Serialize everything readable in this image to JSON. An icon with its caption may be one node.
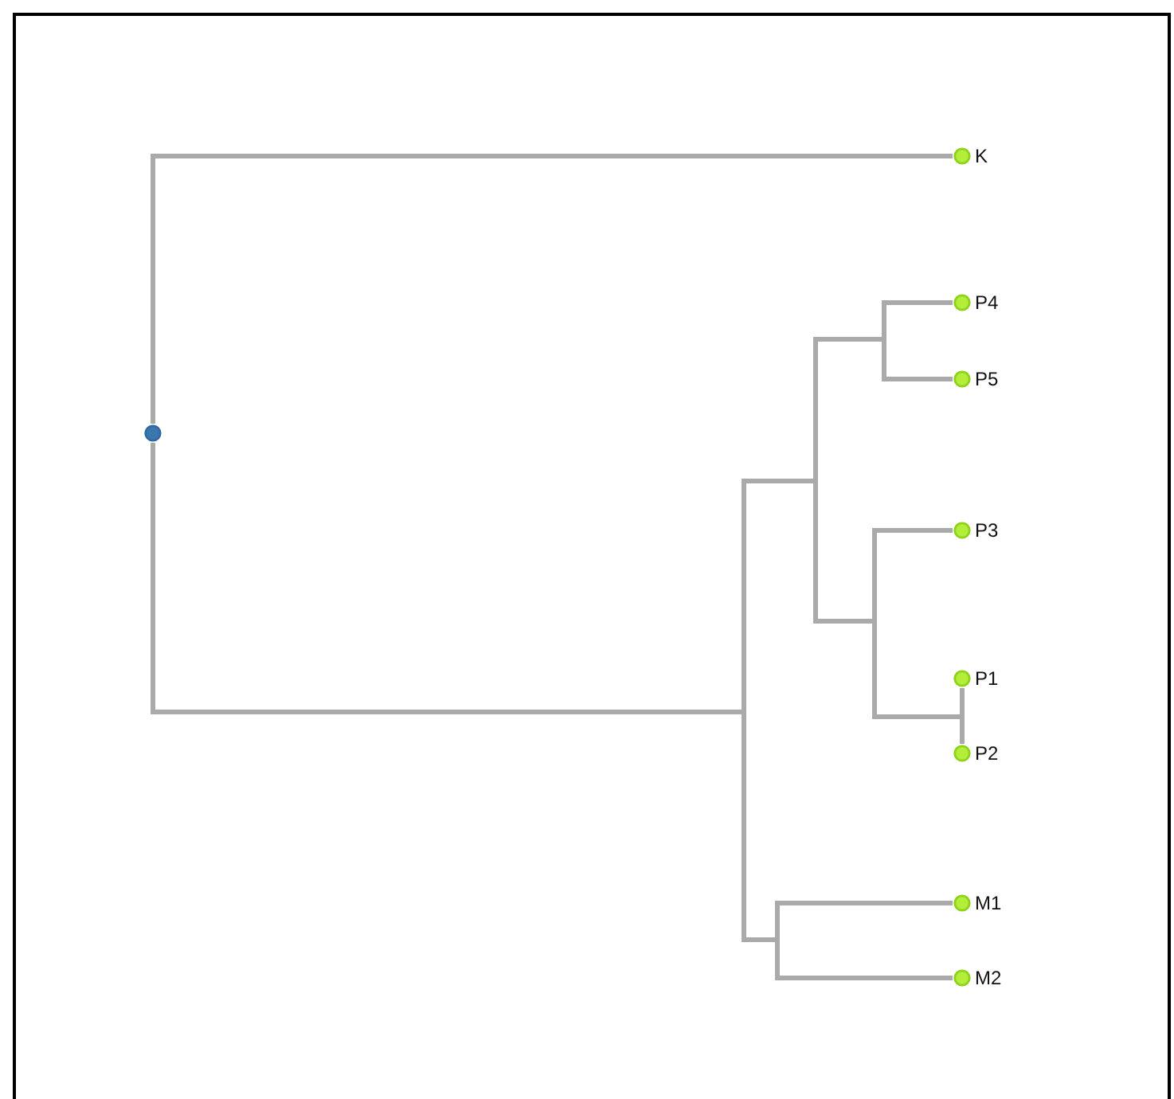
{
  "diagram": {
    "nodes": [
      {
        "text": [],
        "shape": "circle"
      },
      {
        "text": [
          "K"
        ]
      },
      {
        "text": [
          "P4"
        ]
      },
      {
        "text": [
          "P5"
        ]
      },
      {
        "text": [
          "P3"
        ]
      },
      {
        "text": [
          "P1"
        ]
      },
      {
        "text": [
          "P2"
        ]
      },
      {
        "text": [
          "M1"
        ]
      },
      {
        "text": [
          "M2"
        ]
      }
    ],
    "edges": [
      {
        "from": 0,
        "to": 1,
        "arrow": "none"
      },
      {
        "from": 0,
        "to": 2,
        "arrow": "none"
      },
      {
        "from": 0,
        "to": 3,
        "arrow": "none"
      },
      {
        "from": 0,
        "to": 4,
        "arrow": "none"
      },
      {
        "from": 0,
        "to": 5,
        "arrow": "none"
      },
      {
        "from": 0,
        "to": 6,
        "arrow": "none"
      },
      {
        "from": 0,
        "to": 7,
        "arrow": "none"
      },
      {
        "from": 0,
        "to": 8,
        "arrow": "none"
      }
    ]
  }
}
